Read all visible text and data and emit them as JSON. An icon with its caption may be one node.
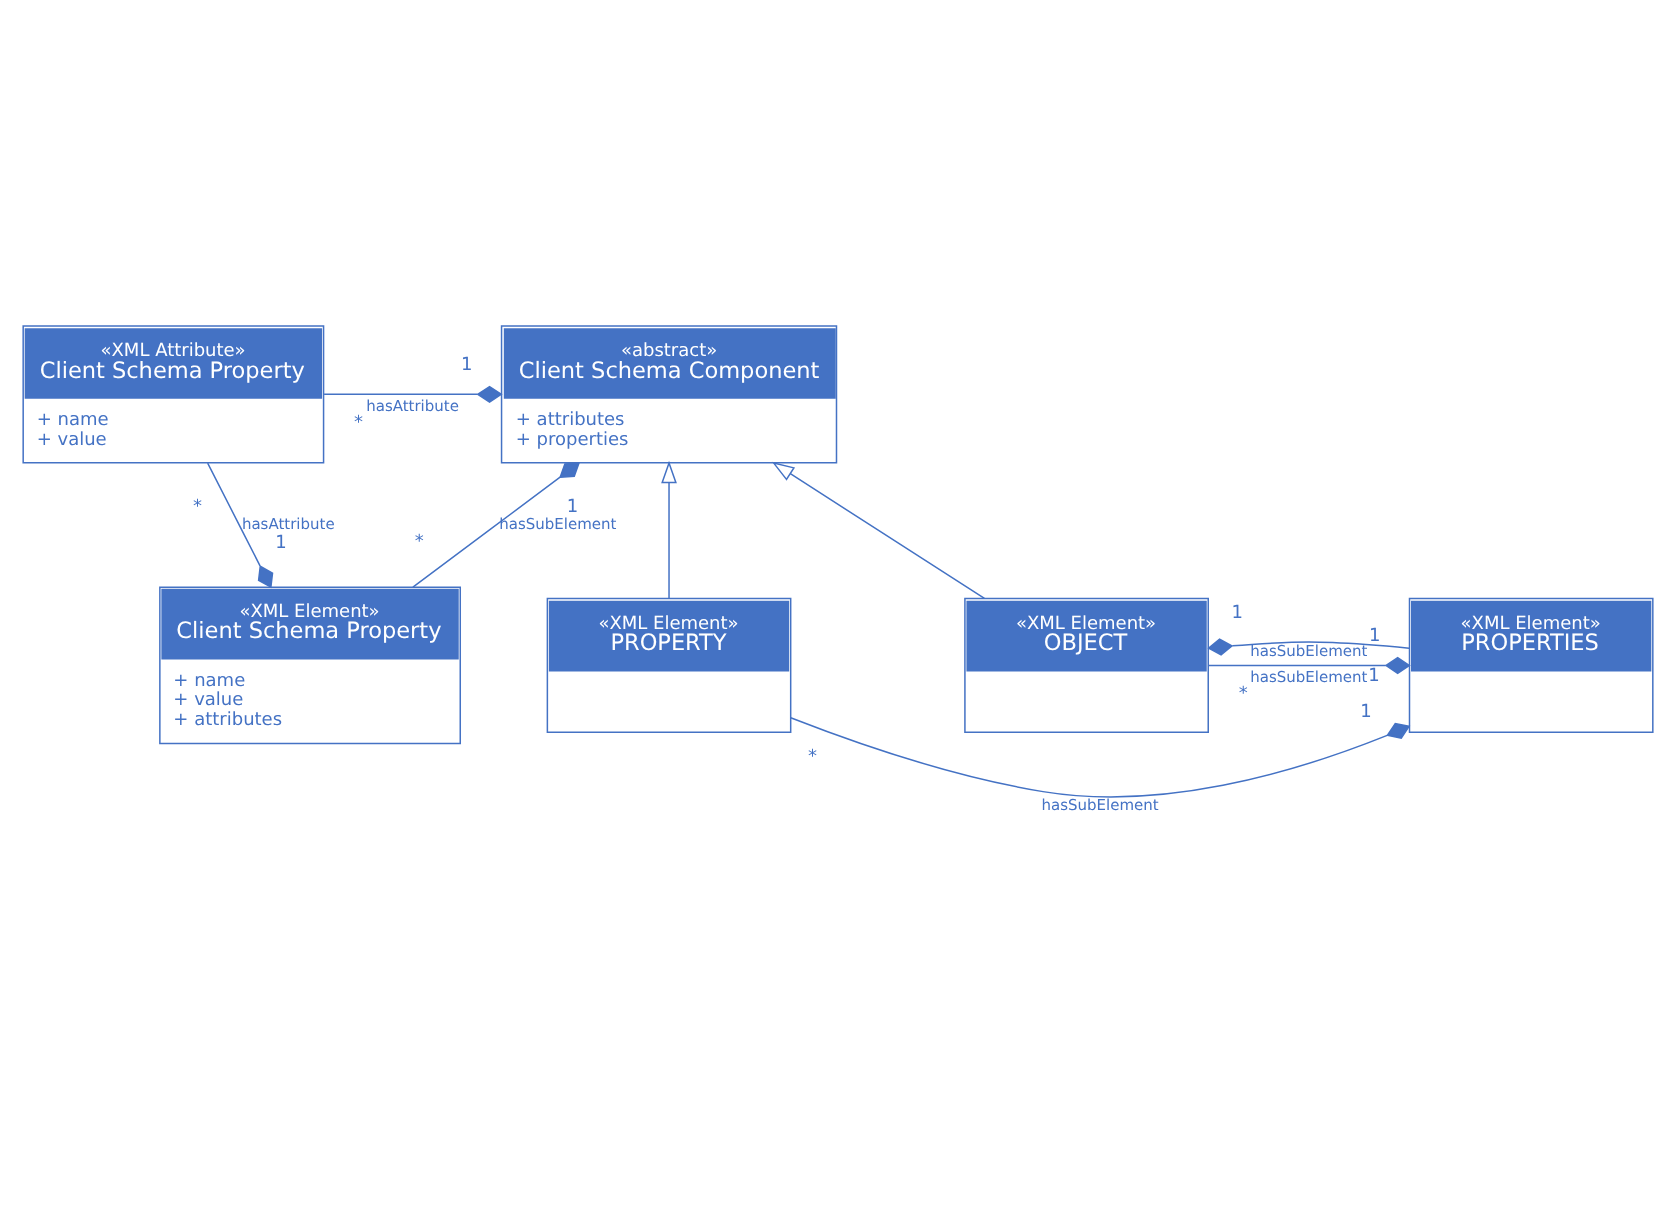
{
  "diagram": {
    "nodes": [
      {
        "text": [
          "«XML Attribute»",
          "Client Schema Property",
          "+ name",
          "+ value"
        ]
      },
      {
        "text": [
          "«abstract»",
          "Client Schema Component",
          "+ attributes",
          "+ properties"
        ]
      },
      {
        "text": [
          "«XML Element»",
          "Client Schema Property",
          "+ name",
          "+ value",
          "+ attributes"
        ]
      },
      {
        "text": [
          "«XML Element»",
          "PROPERTY"
        ]
      },
      {
        "text": [
          "«XML Element»",
          "OBJECT"
        ]
      },
      {
        "text": [
          "«XML Element»",
          "PROPERTIES"
        ]
      }
    ],
    "edges": [
      {
        "from": 0,
        "to": 1,
        "arrow": "other",
        "label": "hasAttribute"
      },
      {
        "from": 0,
        "to": 2,
        "arrow": "other",
        "label": "hasAttribute"
      },
      {
        "from": 2,
        "to": 1,
        "arrow": "other",
        "label": "hasSubElement"
      },
      {
        "from": 3,
        "to": 1,
        "arrow": "to"
      },
      {
        "from": 4,
        "to": 1,
        "arrow": "to"
      },
      {
        "from": 4,
        "to": 5,
        "arrow": "other",
        "label": "hasSubElement"
      },
      {
        "from": 5,
        "to": 4,
        "arrow": "other",
        "label": "hasSubElement"
      },
      {
        "from": 3,
        "to": 5,
        "arrow": "other",
        "label": "hasSubElement"
      }
    ],
    "labels": [
      "*",
      "*",
      "1",
      "1",
      "1",
      "*",
      "*",
      "1",
      "1",
      "1",
      "*",
      "1"
    ]
  }
}
